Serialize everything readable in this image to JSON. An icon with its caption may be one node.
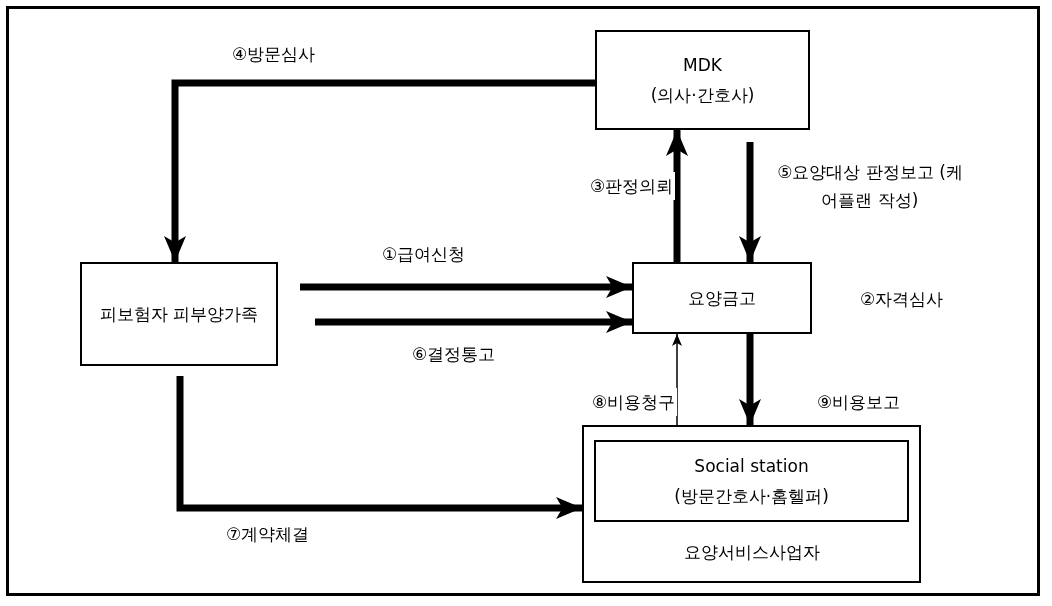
{
  "diagram": {
    "nodes": [
      {
        "text": [
          "MDK",
          "(의사·간호사)"
        ]
      },
      {
        "text": [
          "피보험자 피부양가족"
        ]
      },
      {
        "text": [
          "요양금고"
        ],
        "beside": [
          "②자격심사"
        ]
      },
      {
        "text": [
          "요양서비스사업자"
        ]
      },
      {
        "text": [
          "Social station",
          "(방문간호사·홈헬퍼)"
        ],
        "in": 3
      }
    ],
    "edges": [
      {
        "from": 0,
        "to": 1,
        "arrow": "to",
        "label": "④방문심사"
      },
      {
        "from": 1,
        "to": 2,
        "arrow": "to",
        "label": "①급여신청"
      },
      {
        "from": 1,
        "to": 2,
        "arrow": "to",
        "label": "⑥결정통고"
      },
      {
        "from": 2,
        "to": 0,
        "arrow": "to",
        "label": "③판정의뢰"
      },
      {
        "from": 0,
        "to": 2,
        "arrow": "to",
        "label": "⑤요양대상 판정보고 (케어플랜 작성)"
      },
      {
        "from": 1,
        "to": 3,
        "arrow": "to",
        "label": "⑦계약체결"
      },
      {
        "from": 3,
        "to": 2,
        "arrow": "to",
        "label": "⑧비용청구"
      },
      {
        "from": 2,
        "to": 3,
        "arrow": "to",
        "label": "⑨비용보고"
      }
    ]
  }
}
